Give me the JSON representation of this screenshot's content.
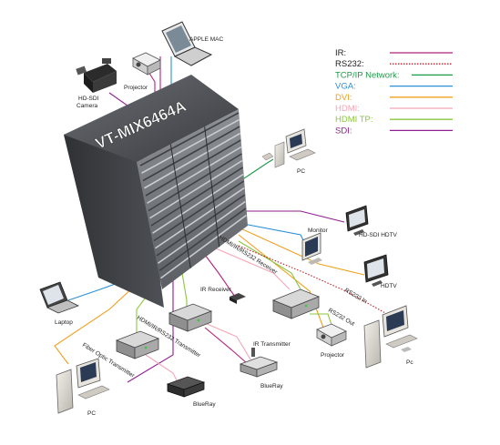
{
  "matrix": {
    "model": "VT-MIX6464A"
  },
  "legend": [
    {
      "label": "IR:",
      "color": "#b5227a",
      "style": "solid"
    },
    {
      "label": "RS232:",
      "color": "#c0202a",
      "style": "dotted"
    },
    {
      "label": "TCP/IP Network:",
      "color": "#1f9a4a",
      "style": "solid"
    },
    {
      "label": "VGA:",
      "color": "#2c8fd6",
      "style": "solid"
    },
    {
      "label": "DVI:",
      "color": "#f0a020",
      "style": "solid"
    },
    {
      "label": "HDMI:",
      "color": "#f4a7b7",
      "style": "solid"
    },
    {
      "label": "HDMI TP:",
      "color": "#8cc63f",
      "style": "solid"
    },
    {
      "label": "SDI:",
      "color": "#8e1f8e",
      "style": "solid"
    }
  ],
  "devices": {
    "apple_mac": "APPLE MAC",
    "projector_top": "Projector",
    "hd_sdi_camera": "HD-SDI Camera",
    "pc_right": "PC",
    "monitor": "Monitor",
    "hd_sdi_hdtv": "HD-SDI HDTV",
    "hdtv": "HDTV",
    "ir_receiver": "IR Receiver",
    "rs232_in": "RS232 In",
    "rs232_out": "RS232 Out",
    "projector_bottom": "Projector",
    "pc_bottom_right": "Pc",
    "laptop": "Laptop",
    "ir_transmitter": "IR Transmitter",
    "bluray_center": "BlueRay",
    "bluray_left": "BlueRay",
    "pc_bottom_left": "PC"
  },
  "link_labels": {
    "receiver": "HDMI/IR/RS232 Receiver",
    "transmitter": "HDMI/IR/RS232 Transmitter",
    "fiber": "Fiber Optic Transmitter"
  }
}
